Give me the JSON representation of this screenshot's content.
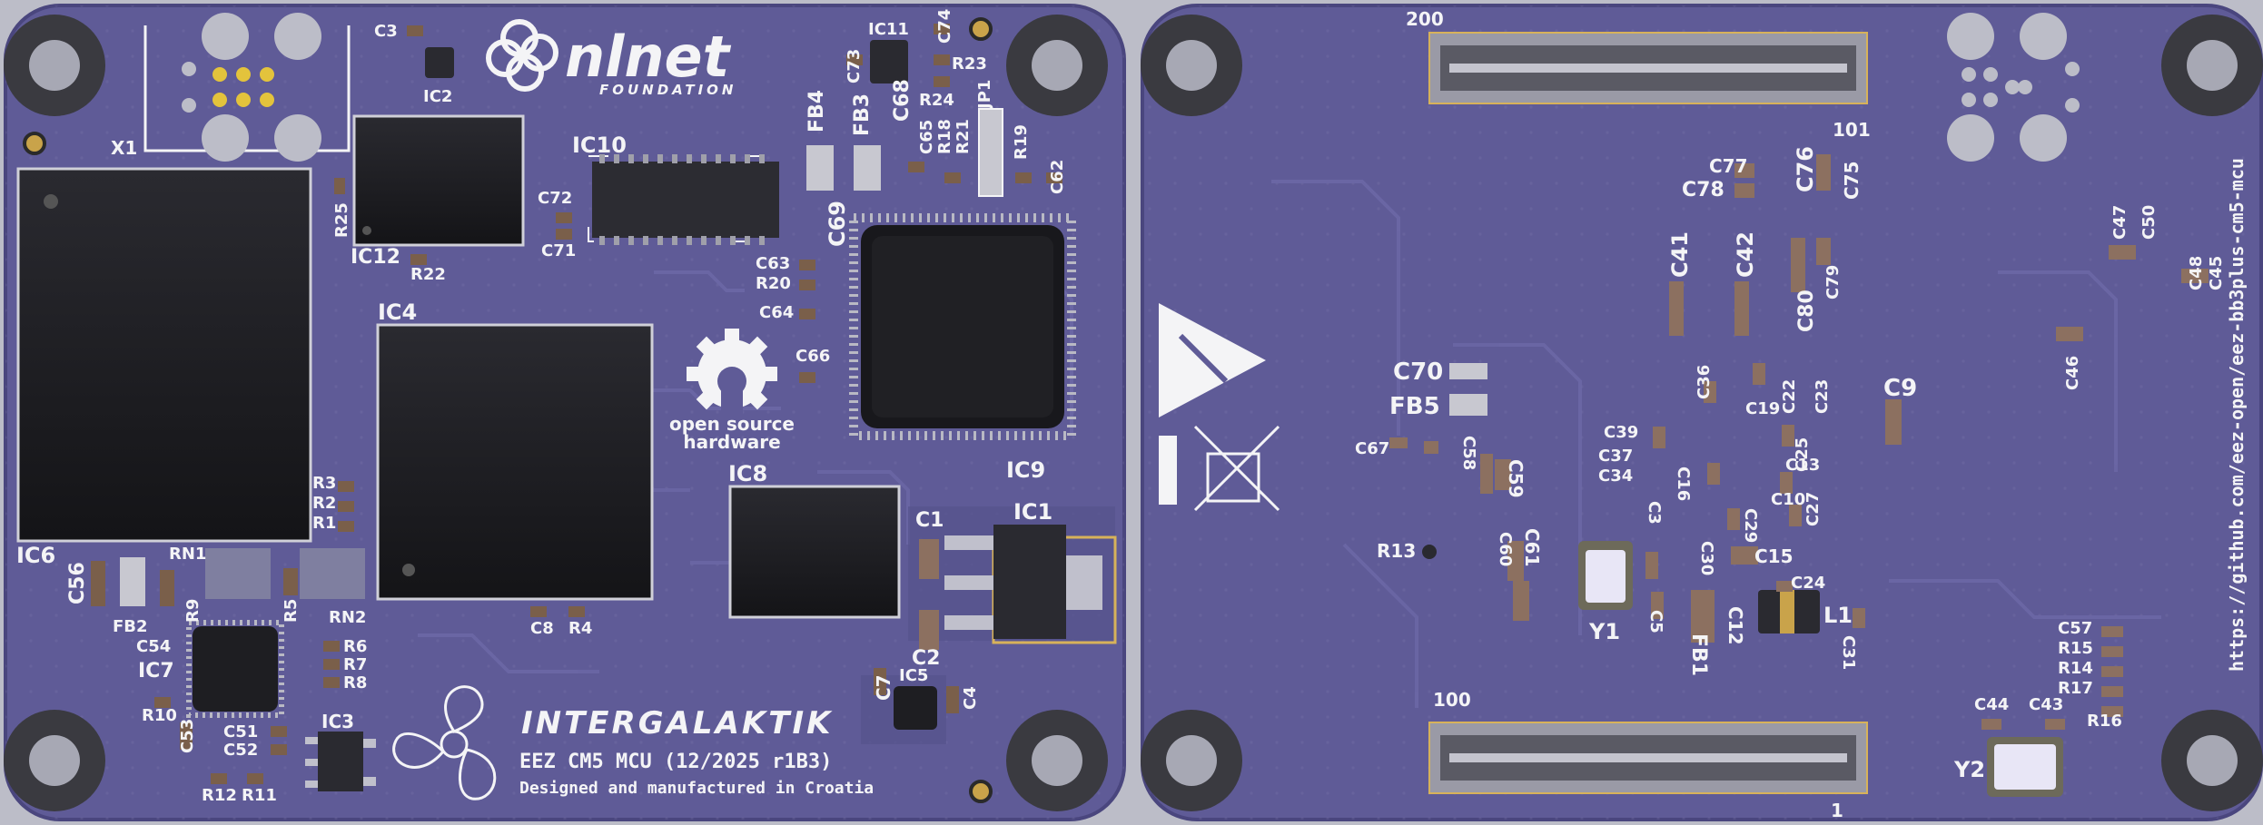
{
  "colors": {
    "background": "#bcbdc8",
    "pcb": "#5f5b97",
    "pcb_edge": "#4a467e",
    "silkscreen": "#f4f4f6",
    "chip": "#1c1c20",
    "pad_gold": "#c9a34a",
    "hole": "#3a3a40"
  },
  "front": {
    "logo_brand": "nlnet",
    "logo_sub": "FOUNDATION",
    "oshw_line1": "open source",
    "oshw_line2": "hardware",
    "maker_logo": "INTERGALAKTIK",
    "product_line": "EEZ CM5 MCU (12/2025 r1B3)",
    "made_in_line": "Designed and manufactured in Croatia",
    "designators": {
      "X1": "X1",
      "C3": "C3",
      "IC2": "IC2",
      "IC11": "IC11",
      "C74": "C74",
      "C73": "C73",
      "R23": "R23",
      "R24": "R24",
      "IC10": "IC10",
      "FB4": "FB4",
      "FB3": "FB3",
      "C68": "C68",
      "C65": "C65",
      "R18": "R18",
      "R21": "R21",
      "JP1": "JP1",
      "R19": "R19",
      "C62": "C62",
      "C72": "C72",
      "C71": "C71",
      "R25": "R25",
      "IC12": "IC12",
      "R22": "R22",
      "C69": "C69",
      "C63": "C63",
      "R20": "R20",
      "C64": "C64",
      "C66": "C66",
      "IC4": "IC4",
      "IC9": "IC9",
      "IC6": "IC6",
      "R3": "R3",
      "R2": "R2",
      "R1": "R1",
      "IC8": "IC8",
      "C1": "C1",
      "IC1": "IC1",
      "C56": "C56",
      "RN1": "RN1",
      "FB2": "FB2",
      "R9": "R9",
      "R5": "R5",
      "RN2": "RN2",
      "C54": "C54",
      "IC7": "IC7",
      "R6": "R6",
      "R7": "R7",
      "R8": "R8",
      "C8": "C8",
      "R4": "R4",
      "C2": "C2",
      "IC5": "IC5",
      "C7": "C7",
      "C4": "C4",
      "R10": "R10",
      "C53": "C53",
      "C51": "C51",
      "C52": "C52",
      "IC3": "IC3",
      "R12": "R12",
      "R11": "R11"
    }
  },
  "back": {
    "github_url": "https://github.com/eez-open/eez-bb3plus-cm5-mcu",
    "conn_top_left": "200",
    "conn_top_right": "101",
    "conn_bot_left": "100",
    "conn_bot_right": "1",
    "designators": {
      "C77": "C77",
      "C78": "C78",
      "C76": "C76",
      "C75": "C75",
      "C47": "C47",
      "C50": "C50",
      "C41": "C41",
      "C42": "C42",
      "C80": "C80",
      "C79": "C79",
      "C48": "C48",
      "C45": "C45",
      "C46": "C46",
      "C70": "C70",
      "FB5": "FB5",
      "C36": "C36",
      "C19": "C19",
      "C22": "C22",
      "C23": "C23",
      "C9": "C9",
      "C39": "C39",
      "C37": "C37",
      "C34": "C34",
      "C67": "C67",
      "C58": "C58",
      "C59": "C59",
      "C16": "C16",
      "C13": "C13",
      "C25": "C25",
      "C10": "C10",
      "C27": "C27",
      "C3": "C3",
      "C29": "C29",
      "R13": "R13",
      "C60": "C60",
      "C61": "C61",
      "C30": "C30",
      "C15": "C15",
      "C24": "C24",
      "Y1": "Y1",
      "C5": "C5",
      "FB1": "FB1",
      "C12": "C12",
      "L1": "L1",
      "C31": "C31",
      "C57": "C57",
      "R15": "R15",
      "R14": "R14",
      "R17": "R17",
      "R16": "R16",
      "C44": "C44",
      "C43": "C43",
      "Y2": "Y2"
    }
  }
}
